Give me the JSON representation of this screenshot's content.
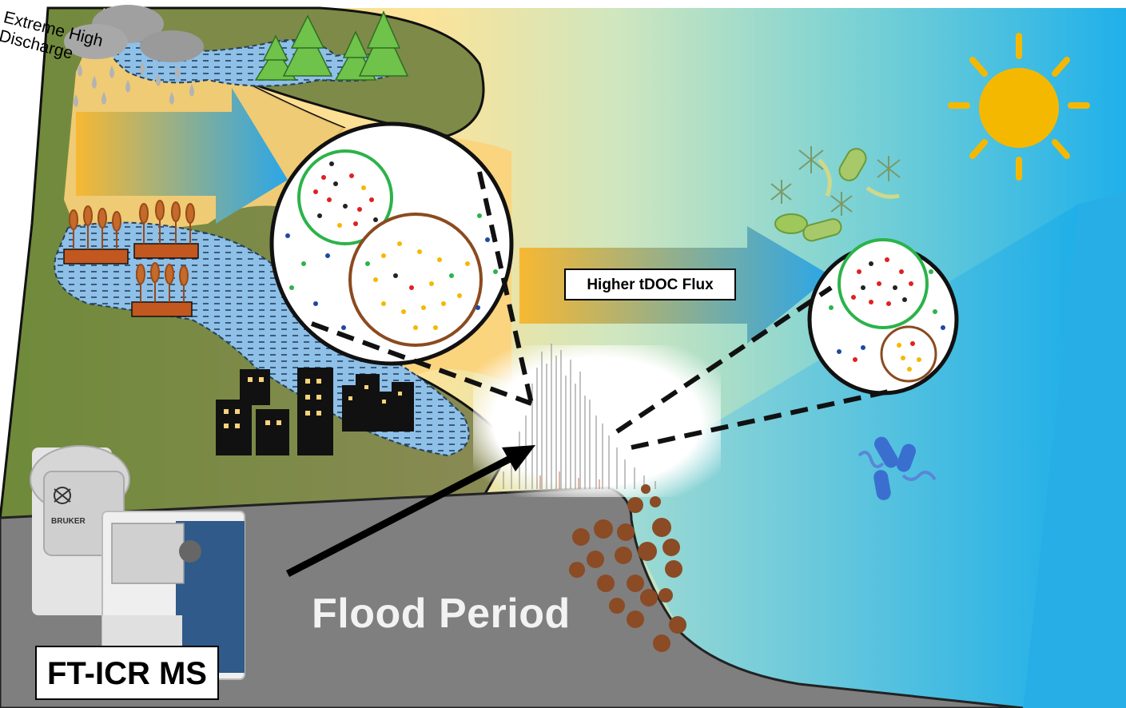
{
  "labels": {
    "discharge_line1": "Extreme High",
    "discharge_line2": "Discharge",
    "flux": "Higher tDOC Flux",
    "instrument": "FT-ICR MS",
    "period": "Flood Period",
    "brand": "BRUKER"
  },
  "colors": {
    "land": "#7a8a45",
    "ground": "#808080",
    "water_blue": "#2aa8e8",
    "sand": "#fdd37a",
    "sun": "#f5b800",
    "terrestrial_ring": "#8b4a1f",
    "aquatic_ring": "#2bb34a",
    "particle": "#8a4b25"
  },
  "icons": [
    "rain-cloud-icon",
    "forest-icon",
    "wheat-field-icon",
    "city-buildings-icon",
    "sun-icon",
    "algae-icon",
    "bacteria-icon",
    "mass-spectrometer-icon",
    "mass-spectrum-icon"
  ]
}
